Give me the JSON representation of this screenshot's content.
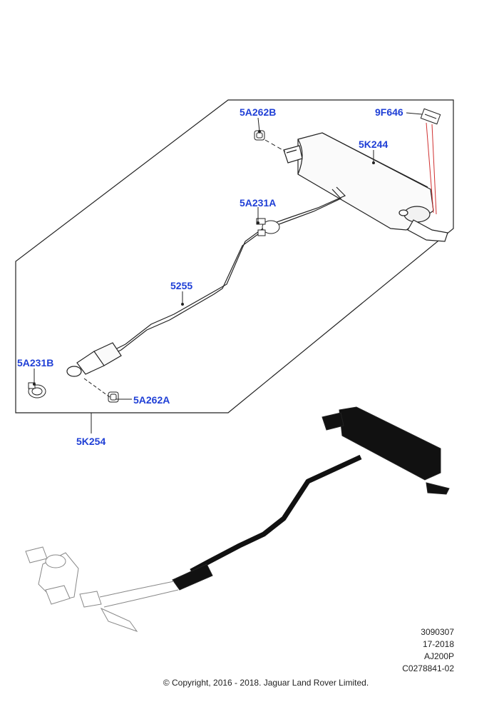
{
  "callouts": {
    "c_5A262B": "5A262B",
    "c_9F646": "9F646",
    "c_5K244": "5K244",
    "c_5A231A": "5A231A",
    "c_5255": "5255",
    "c_5A231B": "5A231B",
    "c_5A262A": "5A262A",
    "c_5K254": "5K254"
  },
  "reference": {
    "line1": "3090307",
    "line2": "17-2018",
    "line3": "AJ200P",
    "line4": "C0278841-02"
  },
  "copyright": "© Copyright, 2016 - 2018. Jaguar Land Rover Limited.",
  "colors": {
    "callout": "#1f3fd6",
    "line": "#222222",
    "leader_red": "#d03030"
  }
}
